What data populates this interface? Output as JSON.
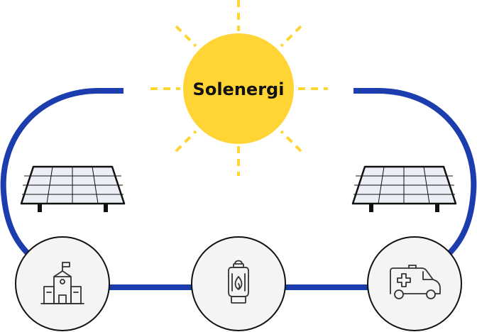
{
  "sun": {
    "label": "Solenergi"
  },
  "colors": {
    "sun": "#FFD433",
    "ray": "#FFD433",
    "line": "#1B3DAE",
    "panel_fill": "#EBEEF5",
    "panel_stroke": "#111111",
    "node_fill": "#F4F4F4",
    "node_stroke": "#111111",
    "icon": "#333333"
  },
  "nodes": [
    {
      "name": "school-node",
      "icon": "school-icon"
    },
    {
      "name": "lantern-node",
      "icon": "lantern-icon"
    },
    {
      "name": "ambulance-node",
      "icon": "ambulance-icon"
    }
  ],
  "panels": [
    {
      "name": "solar-panel-left",
      "icon": "solar-panel-icon"
    },
    {
      "name": "solar-panel-right",
      "icon": "solar-panel-icon"
    }
  ]
}
